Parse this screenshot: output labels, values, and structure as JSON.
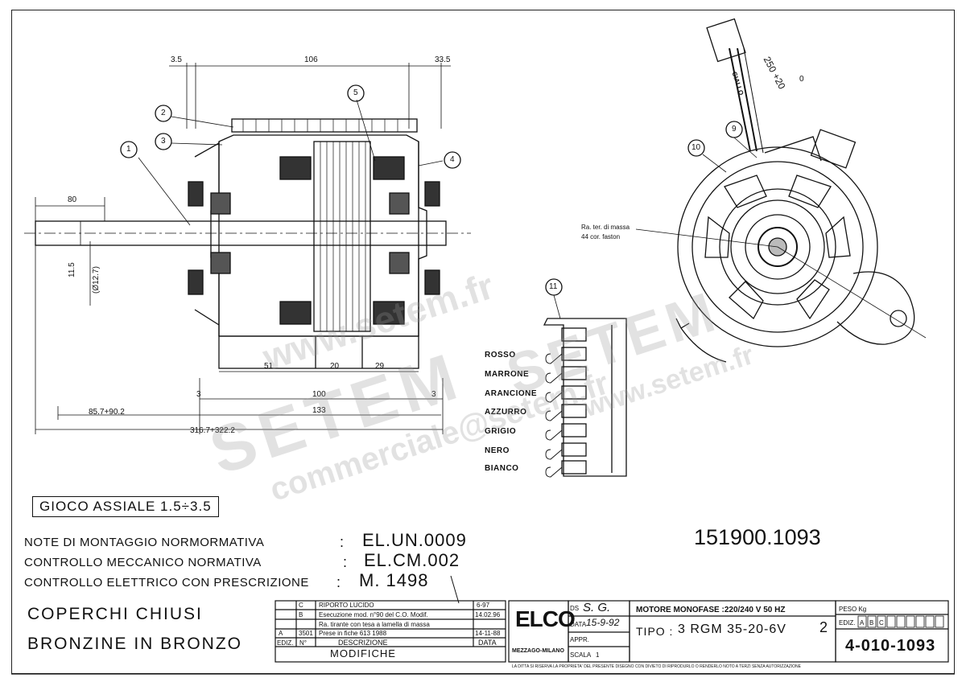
{
  "dimensions": {
    "d_3_5_left": "3.5",
    "d_106": "106",
    "d_33_5": "33.5",
    "d_80": "80",
    "d_11_5": "11.5",
    "d_phi12_7": "(Ø12.7)",
    "d_51": "51",
    "d_20": "20",
    "d_29": "29",
    "d_3_left": "3",
    "d_3_right": "3",
    "d_100": "100",
    "d_133": "133",
    "d_85_7": "85.7+90.2",
    "d_316": "316.7+322.2",
    "d_250": "250 +20",
    "d_250_zero": "0"
  },
  "callouts": [
    "1",
    "2",
    "3",
    "4",
    "5",
    "9",
    "10",
    "11"
  ],
  "wires": {
    "giallo": "GIALLO",
    "colors": [
      "ROSSO",
      "MARRONE",
      "ARANCIONE",
      "AZZURRO",
      "GRIGIO",
      "NERO",
      "BIANCO"
    ]
  },
  "earth_note": {
    "line1": "Ra. ter. di massa",
    "line2": "44 cor. faston"
  },
  "gioco": "GIOCO ASSIALE 1.5÷3.5",
  "notes": [
    {
      "label": "NOTE DI MONTAGGIO NORMORMATIVA",
      "value": "EL.UN.0009"
    },
    {
      "label": "CONTROLLO MECCANICO NORMATIVA",
      "value": "EL.CM.002"
    },
    {
      "label": "CONTROLLO ELETTRICO CON PRESCRIZIONE",
      "value": "M. 1498"
    }
  ],
  "code_number": "151900.1093",
  "title_lines": [
    "COPERCHI CHIUSI",
    "BRONZINE IN BRONZO"
  ],
  "modifiche": {
    "rows": [
      {
        "ediz": "C",
        "n": "",
        "desc": "RIPORTO LUCIDO",
        "data": "6-97"
      },
      {
        "ediz": "B",
        "n": "",
        "desc": "Esecuzione mod. n°90 del C.O. Modif.",
        "data": "14.02.96"
      },
      {
        "ediz": "",
        "n": "",
        "desc": "Ra. tirante con tesa a lamella di massa",
        "data": ""
      },
      {
        "ediz": "A",
        "n": "3501",
        "desc": "Prese in fiche    613    1988",
        "data": "14-11-88"
      }
    ],
    "header_ediz": "EDIZ.",
    "header_n": "N°",
    "header_desc": "DESCRIZIONE",
    "header_data": "DATA",
    "footer": "MODIFICHE"
  },
  "company": {
    "logo": "ELCO",
    "sub": "MEZZAGO-MILANO"
  },
  "signature": {
    "ds_label": "DS",
    "ds_value": "S. G.",
    "data_label": "DATA",
    "data_value": "15-9-92",
    "appr_label": "APPR.",
    "scala_label": "SCALA",
    "scala_value": "1"
  },
  "motor": {
    "line1": "MOTORE MONOFASE :220/240  V 50 HZ",
    "tipo_label": "TIPO :",
    "tipo_value": "3  RGM  35-20-6V",
    "tipo_sub": "2"
  },
  "peso_label": "PESO Kg",
  "ediz_label": "EDIZ.",
  "ediz_boxes": [
    "A",
    "B",
    "C"
  ],
  "drawing_number": "4-010-1093",
  "fine_print": "LA DITTA SI RISERVA LA PROPRIETA' DEL PRESENTE DISEGNO CON DIVIETO DI RIPRODURLO O RENDERLO NOTO A TERZI SENZA AUTORIZZAZIONE",
  "watermarks": [
    "www.setem.fr",
    "SETEM",
    "commerciale@setem.fr",
    "SETEM",
    "www.setem.fr"
  ]
}
